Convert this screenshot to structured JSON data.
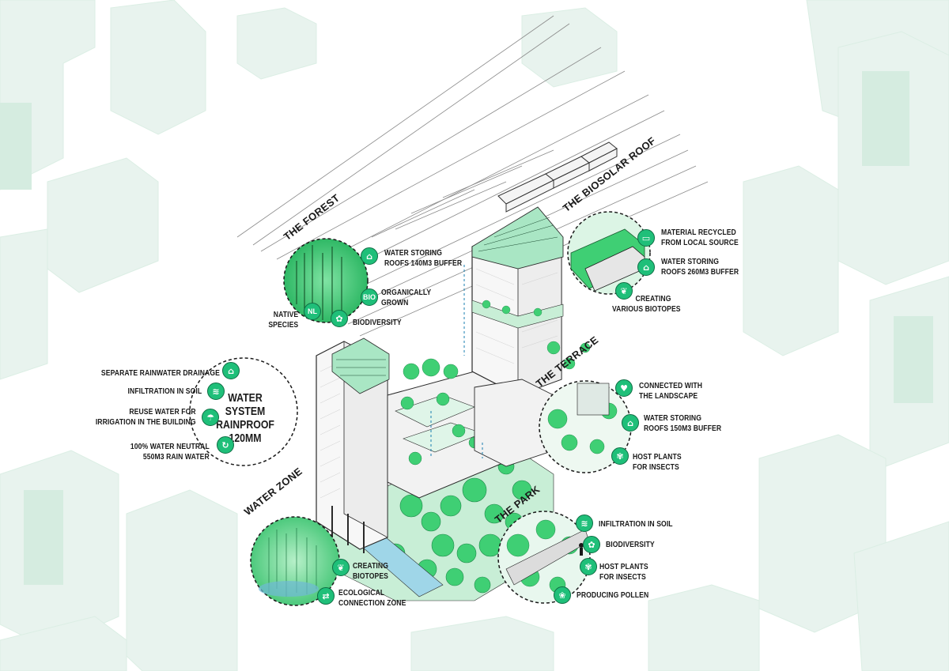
{
  "titles": {
    "forest": "THE FOREST",
    "biosolar": "THE BIOSOLAR ROOF",
    "terrace": "THE TERRACE",
    "water_zone": "WATER ZONE",
    "park": "THE PARK"
  },
  "forest": {
    "water_storing": [
      "WATER STORING",
      "ROOFS 140M3 BUFFER"
    ],
    "organically": [
      "ORGANICALLY",
      "GROWN"
    ],
    "native": [
      "NATIVE",
      "SPECIES"
    ],
    "biodiversity": "BIODIVERSITY",
    "icon_bio": "BIO",
    "icon_nl": "NL"
  },
  "biosolar": {
    "material": [
      "MATERIAL RECYCLED",
      "FROM LOCAL SOURCE"
    ],
    "water_storing": [
      "WATER STORING",
      "ROOFS 260M3 BUFFER"
    ],
    "creating": [
      "CREATING",
      "VARIOUS BIOTOPES"
    ]
  },
  "water_system": {
    "title": [
      "WATER SYSTEM",
      "RAINPROOF",
      "120MM"
    ],
    "drainage": "SEPARATE RAINWATER DRAINAGE",
    "infiltration": "INFILTRATION IN SOIL",
    "reuse": [
      "REUSE WATER FOR",
      "IRRIGATION IN THE BUILDING"
    ],
    "neutral": [
      "100% WATER NEUTRAL",
      "550M3 RAIN WATER"
    ]
  },
  "terrace": {
    "connected": [
      "CONNECTED WITH",
      "THE LANDSCAPE"
    ],
    "water_storing": [
      "WATER STORING",
      "ROOFS 150M3 BUFFER"
    ],
    "host": [
      "HOST PLANTS",
      "FOR INSECTS"
    ]
  },
  "water_zone": {
    "creating": [
      "CREATING",
      "BIOTOPES"
    ],
    "ecological": [
      "ECOLOGICAL",
      "CONNECTION ZONE"
    ]
  },
  "park": {
    "infiltration": "INFILTRATION IN SOIL",
    "biodiversity": "BIODIVERSITY",
    "host": [
      "HOST PLANTS",
      "FOR INSECTS"
    ],
    "pollen": "PRODUCING POLLEN"
  },
  "colors": {
    "icon_green": "#1fbf79",
    "icon_stroke": "#0e6e44",
    "vegetation": "#3fcf74",
    "vegetation_dark": "#1f8a4a",
    "backdrop": "#e6f2ec",
    "building_line": "#2a2a2a"
  },
  "icons": [
    "roof-water-icon",
    "bio-badge-icon",
    "nl-badge-icon",
    "biodiversity-icon",
    "recycle-material-icon",
    "roof-water-icon",
    "biotope-leaf-icon",
    "house-drain-icon",
    "soil-infiltration-icon",
    "watering-can-icon",
    "cycle-arrows-icon",
    "heart-landscape-icon",
    "roof-water-icon",
    "bee-flower-icon",
    "biotope-leaf-icon",
    "connection-zone-icon",
    "soil-infiltration-icon",
    "biodiversity-icon",
    "bee-flower-icon",
    "pollen-flower-icon"
  ]
}
